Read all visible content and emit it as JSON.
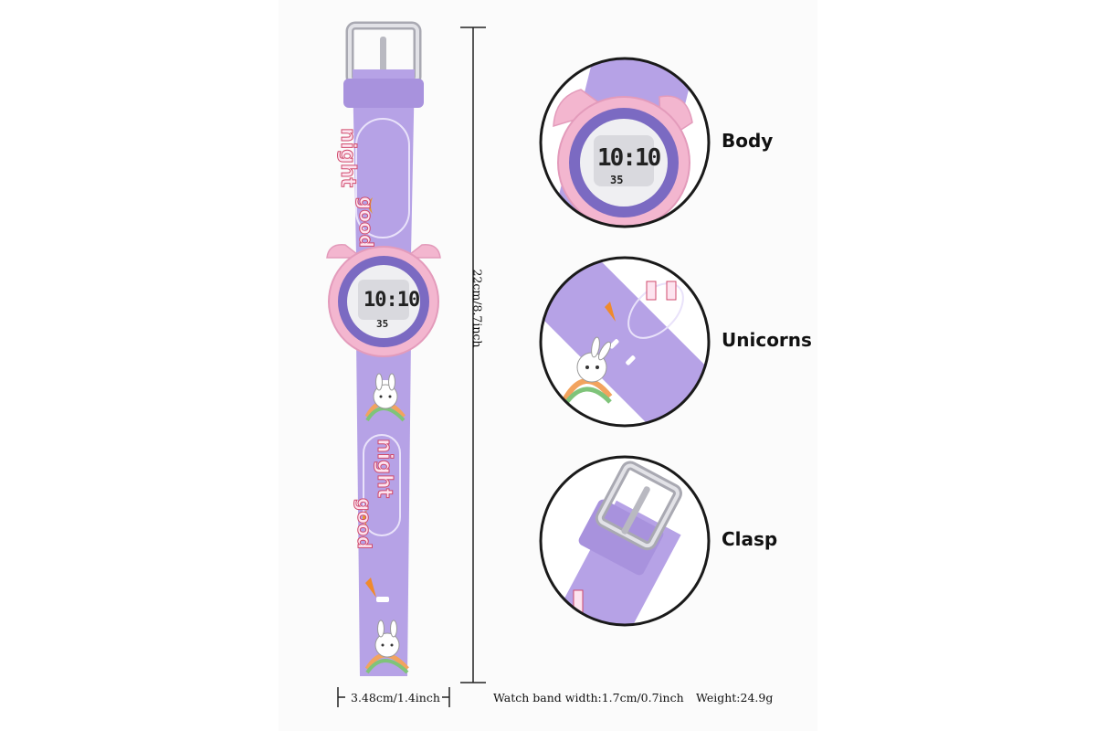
{
  "dimensions": {
    "height_label": "22cm/8.7inch",
    "dial_width_label": "3.48cm/1.4inch",
    "band_width_label": "Watch band width:1.7cm/0.7inch",
    "weight_label": "Weight:24.9g"
  },
  "callouts": [
    {
      "label": "Body"
    },
    {
      "label": "Unicorns"
    },
    {
      "label": "Clasp"
    }
  ],
  "watch": {
    "time": "10:10",
    "seconds": "35",
    "band_text_1": "night",
    "band_text_2": "good"
  },
  "colors": {
    "band": "#b6a2e6",
    "case": "#f3b6cf",
    "bezel": "#7b6ac2",
    "buckle": "#c9c9cf"
  }
}
